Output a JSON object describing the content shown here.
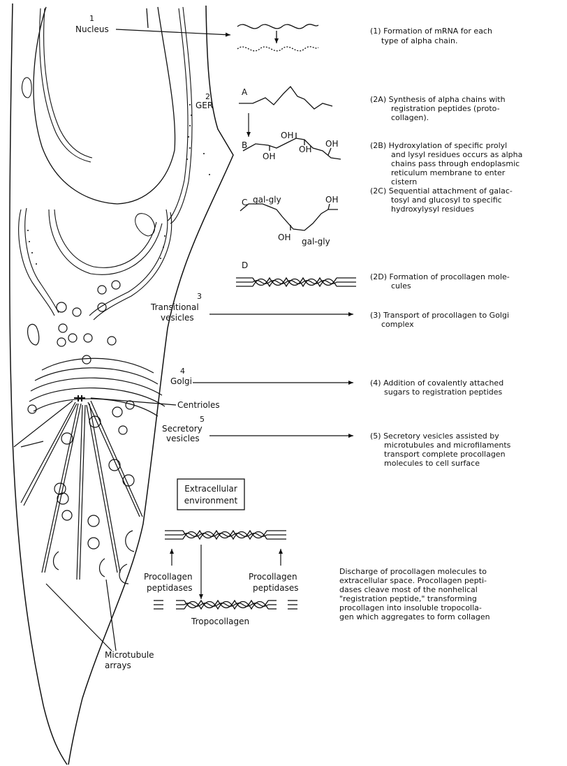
{
  "labels": {
    "nucleus_num": "1",
    "nucleus": "Nucleus",
    "ger_num": "2",
    "ger": "GER",
    "transitional_num": "3",
    "transitional_1": "Transitional",
    "transitional_2": "vesicles",
    "golgi_num": "4",
    "golgi": "Golgi",
    "centrioles": "Centrioles",
    "secretory_num": "5",
    "secretory_1": "Secretory",
    "secretory_2": "vesicles",
    "extracellular_1": "Extracellular",
    "extracellular_2": "environment",
    "procollagen_left_1": "Procollagen",
    "procollagen_left_2": "peptidases",
    "procollagen_right_1": "Procollagen",
    "procollagen_right_2": "peptidases",
    "tropocollagen": "Tropocollagen",
    "microtubule_1": "Microtubule",
    "microtubule_2": "arrays"
  },
  "chains": {
    "a": "A",
    "b": "B",
    "c": "C",
    "d": "D",
    "oh": "OH",
    "galgly": "gal-gly"
  },
  "steps": {
    "s1": [
      "(1) Formation of mRNA for each",
      "type of alpha chain."
    ],
    "s2a": [
      "(2A) Synthesis of alpha chains with",
      "registration peptides (proto-",
      "collagen)."
    ],
    "s2b": [
      "(2B) Hydroxylation of specific prolyl",
      "and lysyl residues occurs as alpha",
      "chains pass through endoplasmic",
      "reticulum membrane to enter",
      "cistern"
    ],
    "s2c": [
      "(2C) Sequential attachment of galac-",
      "tosyl and glucosyl to specific",
      "hydroxylysyl residues"
    ],
    "s2d": [
      "(2D) Formation of procollagen mole-",
      "cules"
    ],
    "s3": [
      "(3) Transport of procollagen to Golgi",
      "complex"
    ],
    "s4": [
      "(4) Addition of covalently attached",
      "sugars to registration peptides"
    ],
    "s5": [
      "(5) Secretory vesicles assisted by",
      "microtubules and microfilaments",
      "transport complete procollagen",
      "molecules to cell surface"
    ],
    "discharge": [
      "Discharge of procollagen molecules to",
      "extracellular space. Procollagen pepti-",
      "dases cleave most of the nonhelical",
      "\"registration peptide,\" transforming",
      "procollagen into insoluble tropocolla-",
      "gen which aggregates to form collagen"
    ]
  }
}
